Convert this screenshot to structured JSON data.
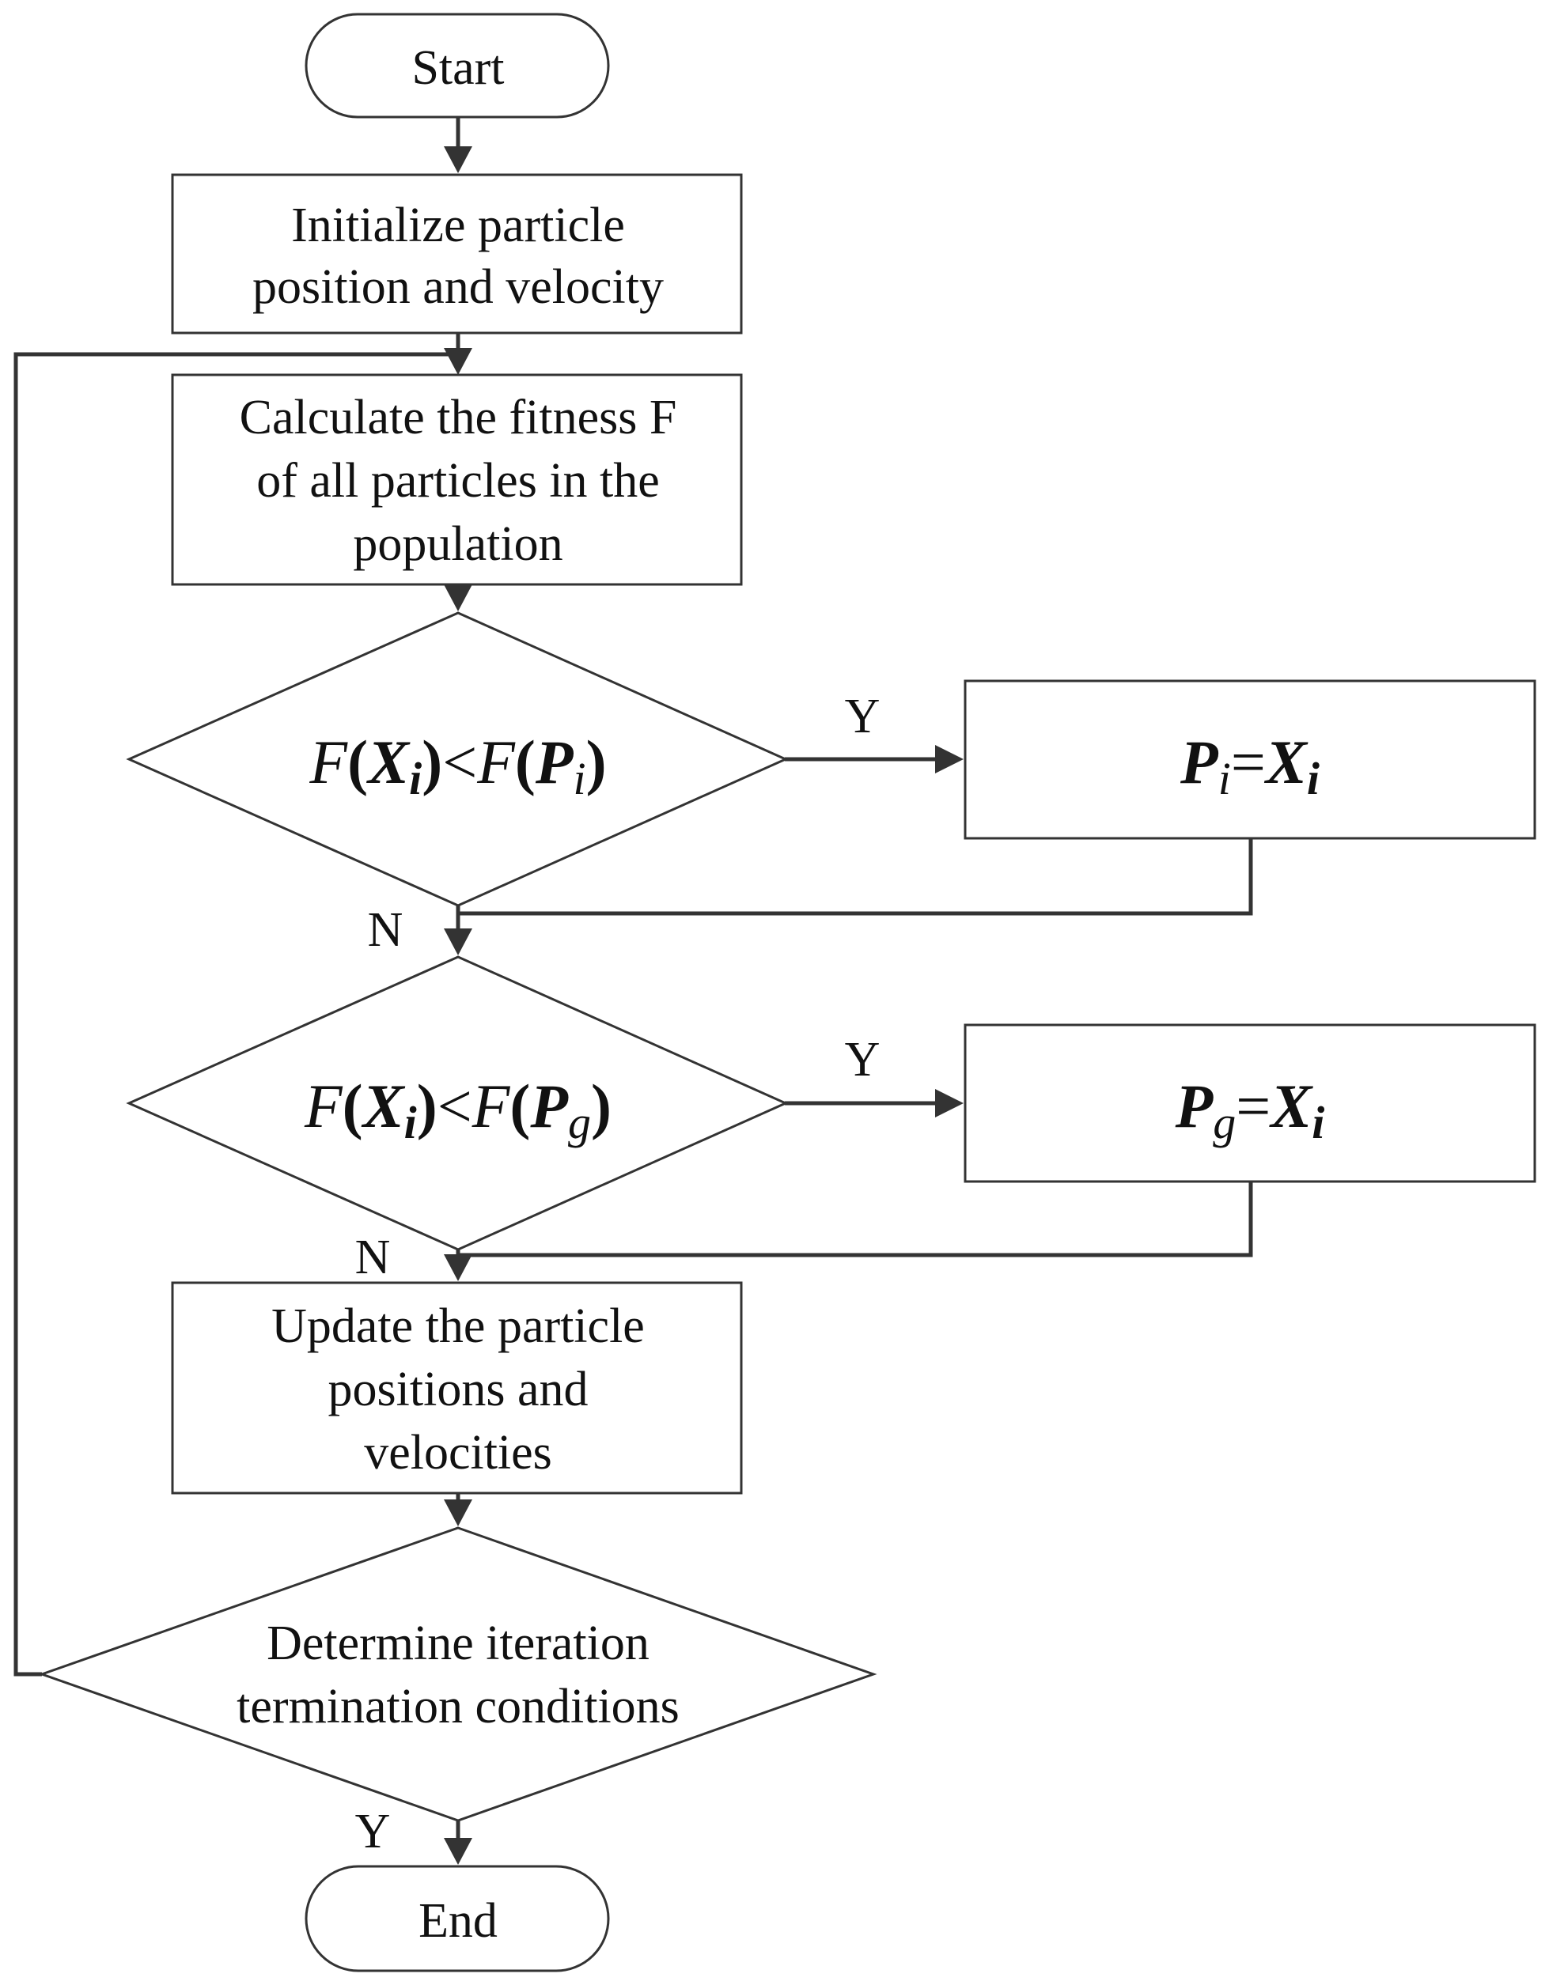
{
  "nodes": {
    "start": {
      "label": "Start"
    },
    "init": {
      "line1": "Initialize particle",
      "line2": "position and velocity"
    },
    "fitness": {
      "line1": "Calculate the fitness F",
      "line2": "of all particles in the",
      "line3": "population"
    },
    "decision_pi": {
      "f1": "F",
      "p1": "(",
      "x": "X",
      "xi": "i",
      "p2": ")",
      "lt": "<",
      "f2": "F",
      "p3": "(",
      "p": "P",
      "pi": "i",
      "p4": ")"
    },
    "assign_pi": {
      "p": "P",
      "pi": "i",
      "eq": "=",
      "x": "X",
      "xi": "i"
    },
    "decision_pg": {
      "f1": "F",
      "p1": "(",
      "x": "X",
      "xi": "i",
      "p2": ")",
      "lt": "<",
      "f2": "F",
      "p3": "(",
      "p": "P",
      "pg": "g",
      "p4": ")"
    },
    "assign_pg": {
      "p": "P",
      "pg": "g",
      "eq": "=",
      "x": "X",
      "xi": "i"
    },
    "update": {
      "line1": "Update the particle",
      "line2": "positions and",
      "line3": "velocities"
    },
    "terminate": {
      "line1": "Determine iteration",
      "line2": "termination conditions"
    },
    "end": {
      "label": "End"
    }
  },
  "edge_labels": {
    "pi_yes": "Y",
    "pi_no": "N",
    "pg_yes": "Y",
    "pg_no": "N",
    "term_yes": "Y"
  }
}
